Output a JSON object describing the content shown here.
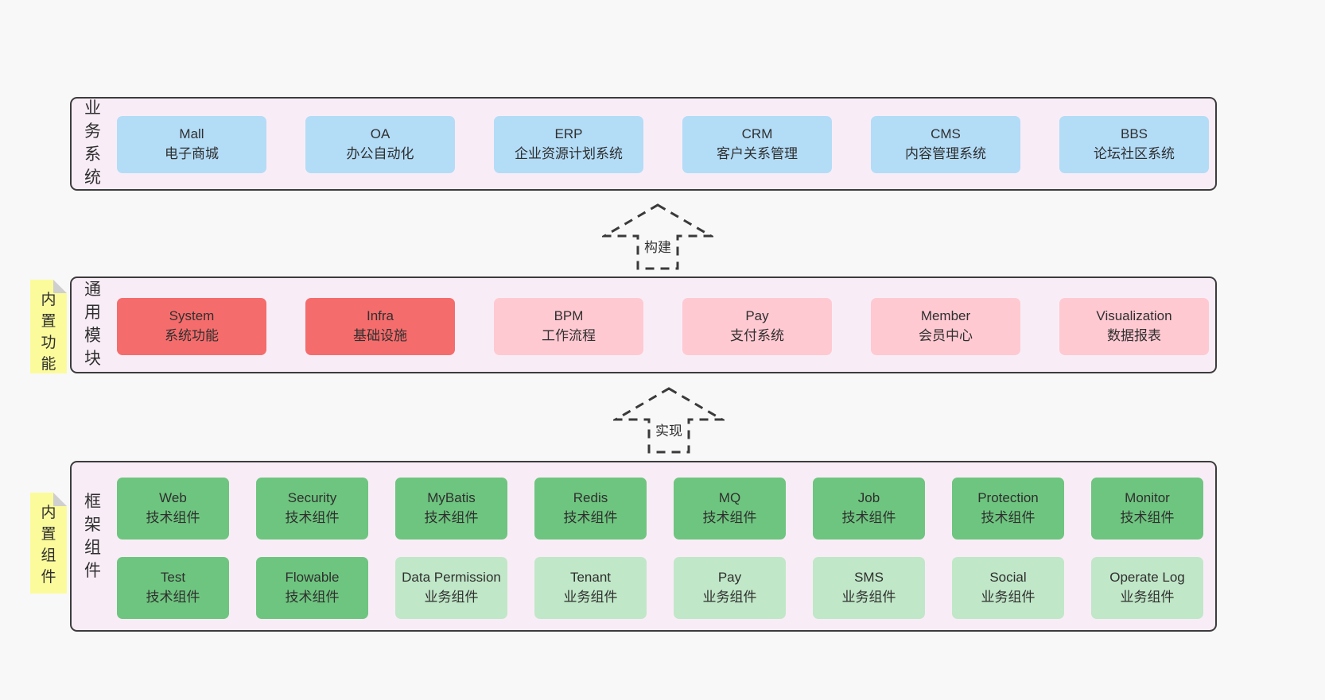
{
  "colors": {
    "page_bg": "#f8f8f8",
    "band_bg": "#f8edf6",
    "band_border": "#3c3c3c",
    "node_blue": "#b3dcf7",
    "node_red": "#f56c6c",
    "node_pink": "#ffc9d2",
    "node_green": "#6ec57f",
    "node_light_green": "#c0e7c7",
    "note_yellow": "#fbfb9c",
    "note_fold": "#cfcfcf",
    "text": "#2f2f2f",
    "arrow": "#3a3a3a"
  },
  "bands": [
    {
      "label": "业务系统",
      "boxes": [
        {
          "name": "Mall",
          "desc": "电子商城"
        },
        {
          "name": "OA",
          "desc": "办公自动化"
        },
        {
          "name": "ERP",
          "desc": "企业资源计划系统"
        },
        {
          "name": "CRM",
          "desc": "客户关系管理"
        },
        {
          "name": "CMS",
          "desc": "内容管理系统"
        },
        {
          "name": "BBS",
          "desc": "论坛社区系统"
        }
      ]
    },
    {
      "label": "通用模块",
      "note": "内置功能",
      "boxes": [
        {
          "name": "System",
          "desc": "系统功能"
        },
        {
          "name": "Infra",
          "desc": "基础设施"
        },
        {
          "name": "BPM",
          "desc": "工作流程"
        },
        {
          "name": "Pay",
          "desc": "支付系统"
        },
        {
          "name": "Member",
          "desc": "会员中心"
        },
        {
          "name": "Visualization",
          "desc": "数据报表"
        }
      ]
    },
    {
      "label": "框架组件",
      "note": "内置组件",
      "rows": [
        [
          {
            "name": "Web",
            "desc": "技术组件"
          },
          {
            "name": "Security",
            "desc": "技术组件"
          },
          {
            "name": "MyBatis",
            "desc": "技术组件"
          },
          {
            "name": "Redis",
            "desc": "技术组件"
          },
          {
            "name": "MQ",
            "desc": "技术组件"
          },
          {
            "name": "Job",
            "desc": "技术组件"
          },
          {
            "name": "Protection",
            "desc": "技术组件"
          },
          {
            "name": "Monitor",
            "desc": "技术组件"
          }
        ],
        [
          {
            "name": "Test",
            "desc": "技术组件"
          },
          {
            "name": "Flowable",
            "desc": "技术组件"
          },
          {
            "name": "Data Permission",
            "desc": "业务组件"
          },
          {
            "name": "Tenant",
            "desc": "业务组件"
          },
          {
            "name": "Pay",
            "desc": "业务组件"
          },
          {
            "name": "SMS",
            "desc": "业务组件"
          },
          {
            "name": "Social",
            "desc": "业务组件"
          },
          {
            "name": "Operate Log",
            "desc": "业务组件"
          }
        ]
      ]
    }
  ],
  "arrows": [
    {
      "label": "构建"
    },
    {
      "label": "实现"
    }
  ]
}
